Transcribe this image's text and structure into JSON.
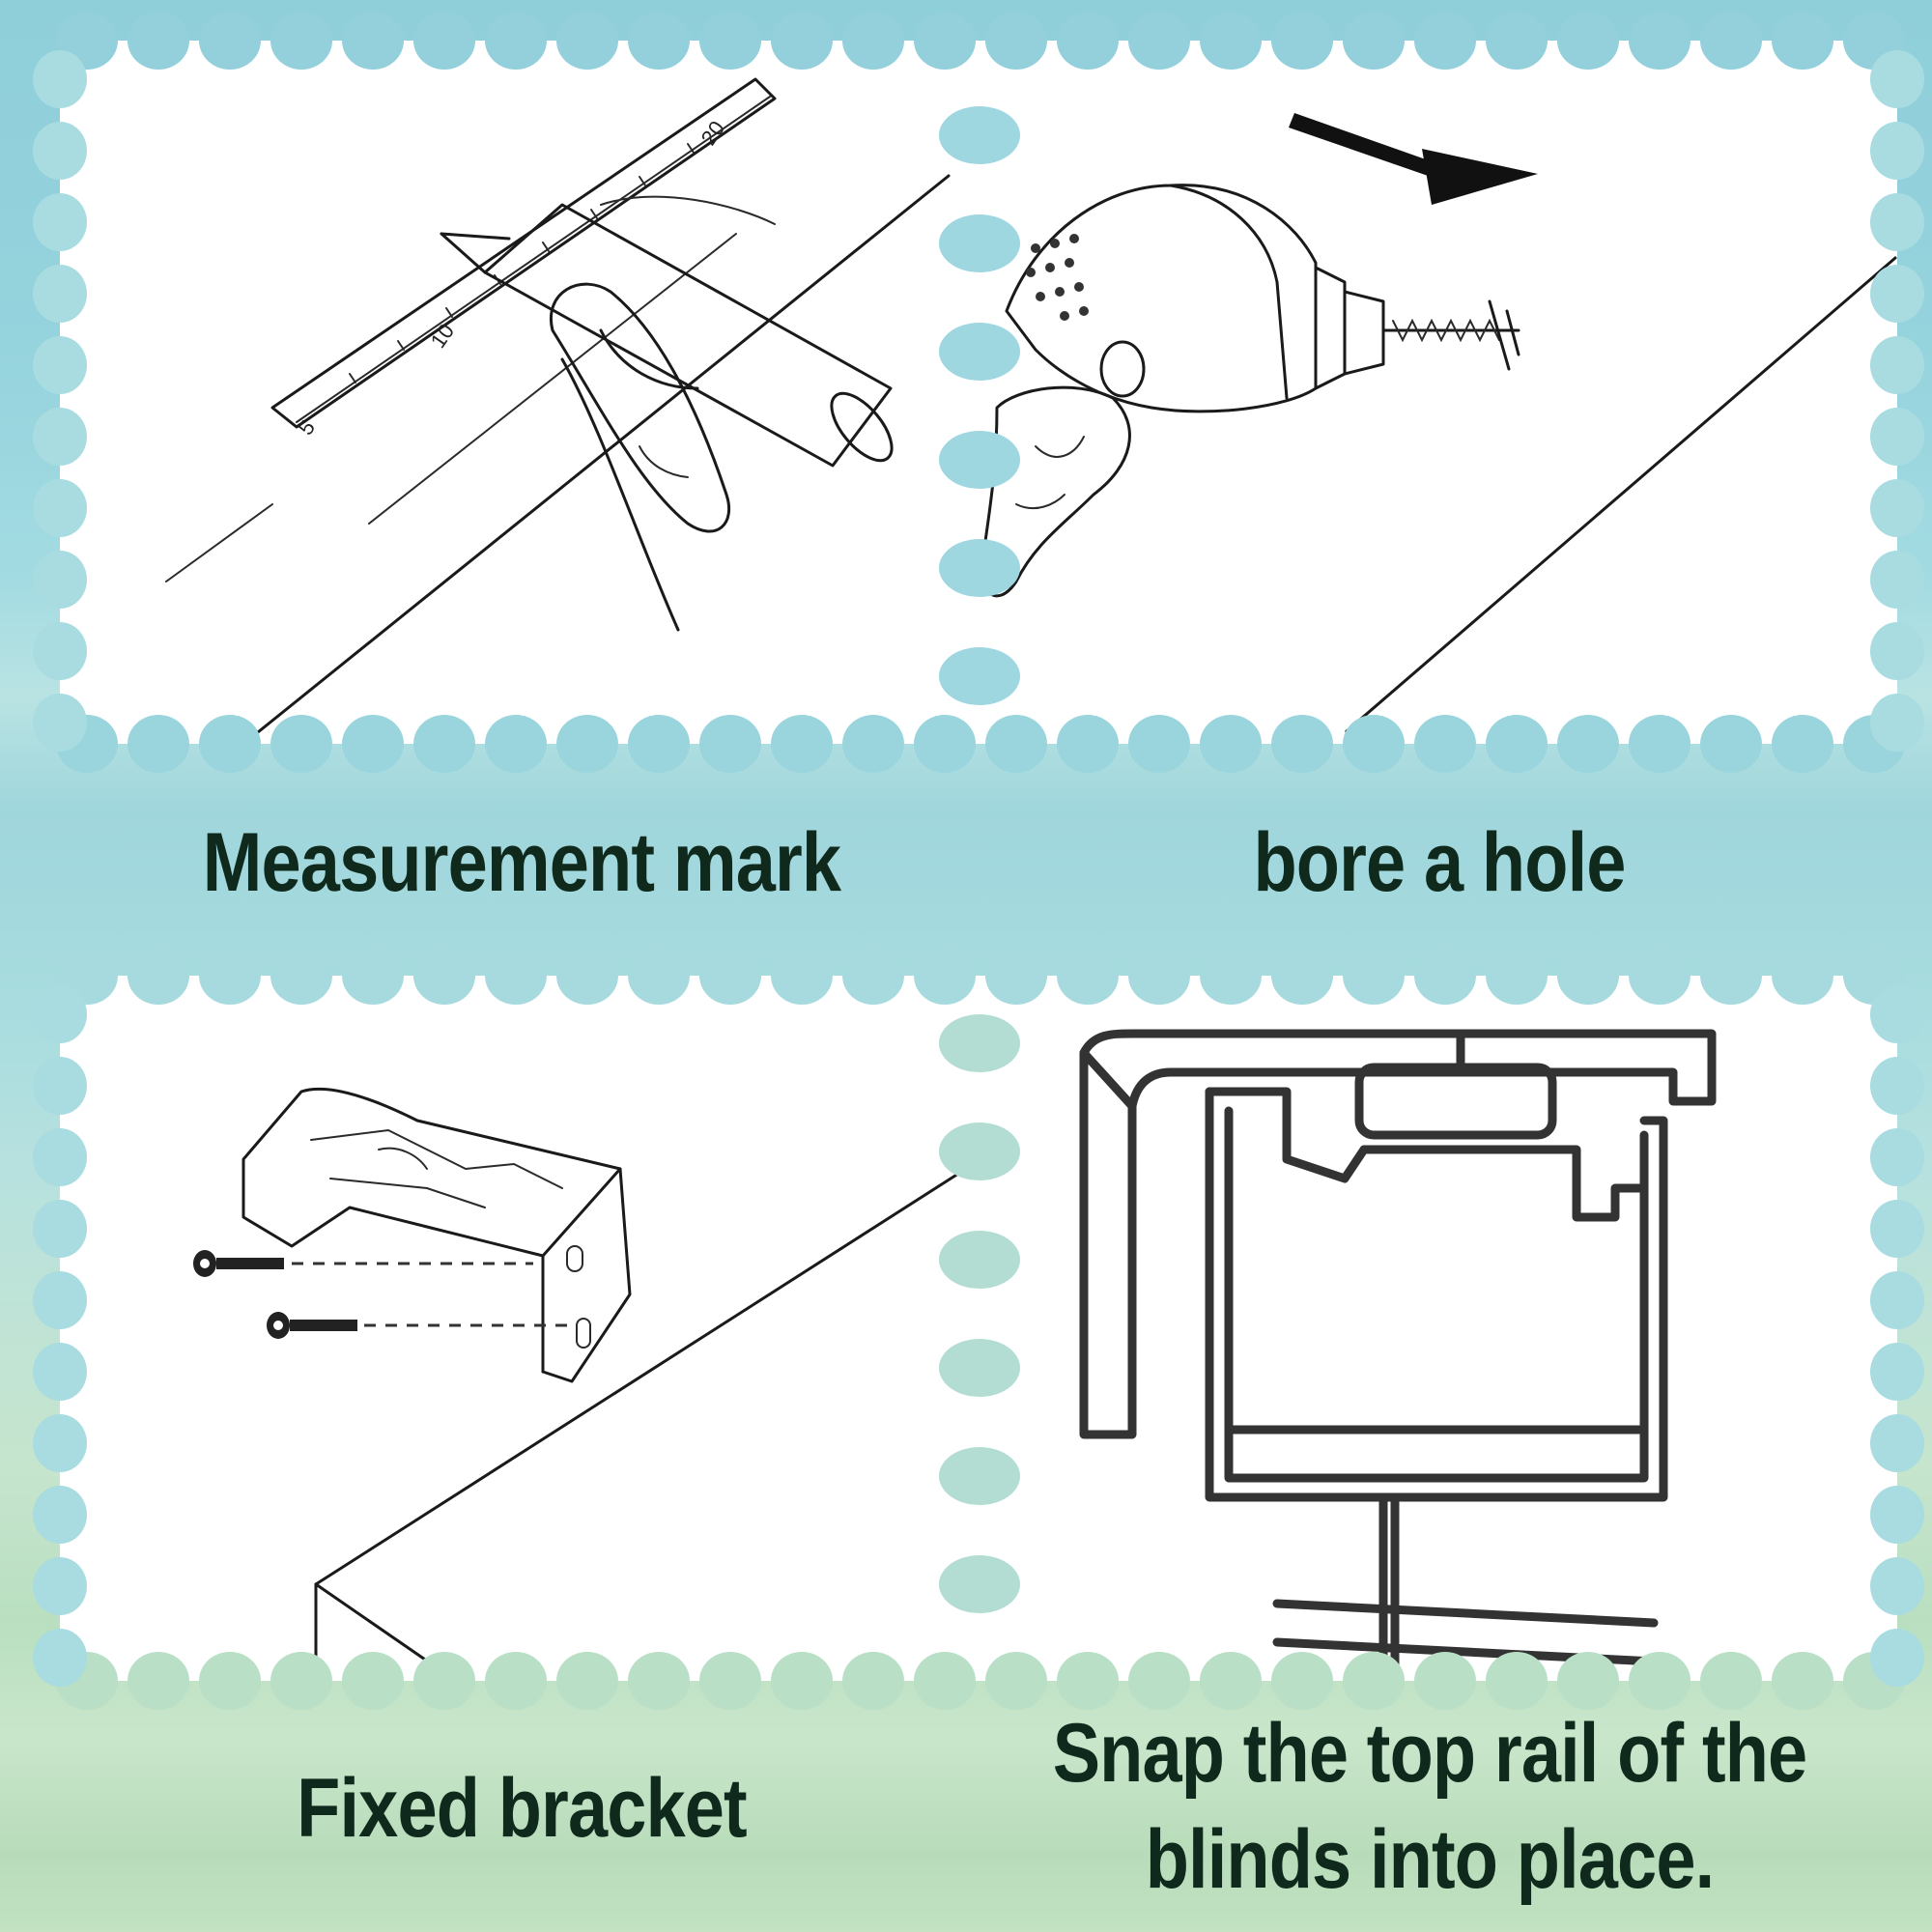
{
  "steps": [
    {
      "caption": "Measurement mark",
      "illustration": "ruler-pencil"
    },
    {
      "caption": "bore a hole",
      "illustration": "drill"
    },
    {
      "caption": "Fixed bracket",
      "illustration": "bracket-screws"
    },
    {
      "caption": "Snap the top rail of the blinds into place.",
      "illustration": "rail-bracket"
    }
  ],
  "ruler_numbers": [
    "5",
    "10",
    "20"
  ],
  "colors": {
    "caption": "#0f2a1c",
    "scallop": "#9bd3df",
    "panel": "#ffffff",
    "ink": "#1a1a1a"
  }
}
